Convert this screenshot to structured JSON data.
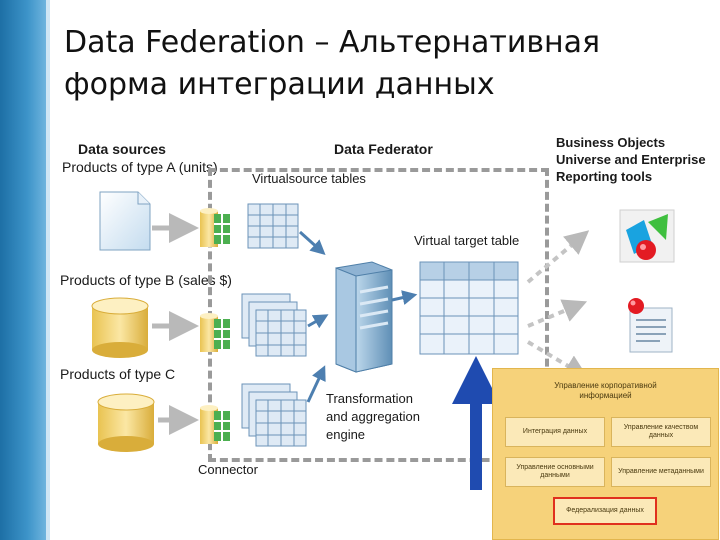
{
  "slide": {
    "title_line1": "Data Federation – Альтернативная",
    "title_line2": "форма интеграции данных"
  },
  "diagram": {
    "data_sources": "Data sources",
    "products_a": "Products of type A (units)",
    "products_b": "Products of type B (sales $)",
    "products_c": "Products of type C",
    "data_federator": "Data Federator",
    "virtual_source_tables": "Virtualsource tables",
    "virtual_target_table": "Virtual target table",
    "engine": "Transformation\nand aggregation\nengine",
    "connector": "Connector",
    "bo_title": "Business Objects\nUniverse and Enterprise\nReporting tools"
  },
  "panel": {
    "title": "Управление корпоративной\nинформацией",
    "boxes": [
      "Интеграция данных",
      "Управление качеством данных",
      "Управление основными данными",
      "Управление метаданными",
      "Федерализация данных"
    ]
  },
  "colors": {
    "accent_bar": "#2a82bd",
    "arrow_gray": "#b9b9b9",
    "arrow_blue": "#1f4bb0",
    "panel_bg": "#f6d27a",
    "highlight": "#e0301e"
  }
}
